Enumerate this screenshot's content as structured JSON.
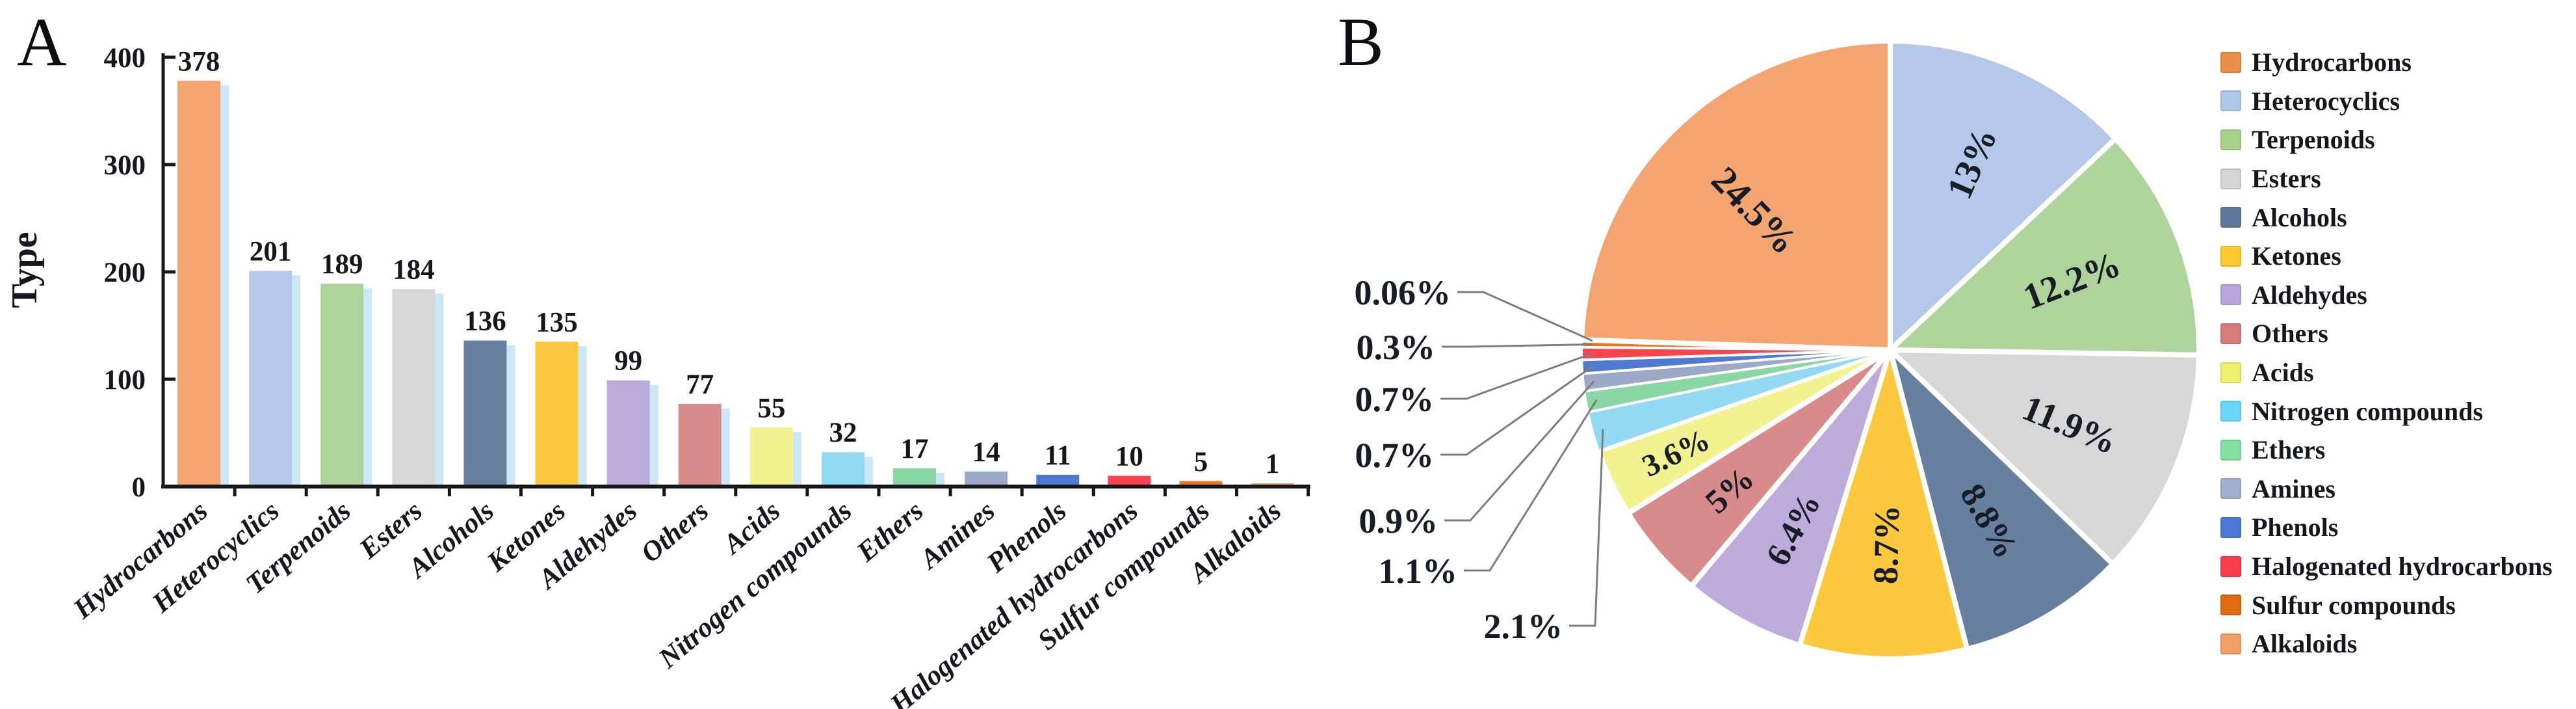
{
  "panel_labels": {
    "a": "A",
    "b": "B"
  },
  "palette": {
    "Hydrocarbons": "#F4A471",
    "Heterocyclics": "#B4C9E9",
    "Terpenoids": "#AFD49B",
    "Esters": "#D7D7D7",
    "Alcohols": "#68809F",
    "Ketones": "#FCC93E",
    "Aldehydes": "#BCABDB",
    "Others": "#D78B8A",
    "Acids": "#F2F290",
    "Nitrogen compounds": "#92DAF1",
    "Ethers": "#8BD6A5",
    "Amines": "#9CA9C9",
    "Phenols": "#5079D1",
    "Halogenated hydrocarbons": "#F6454F",
    "Sulfur compounds": "#EB7620",
    "Alkaloids": "#F3A873"
  },
  "chart_data": [
    {
      "type": "bar",
      "panel": "A",
      "title": "",
      "xlabel": "",
      "ylabel": "Type",
      "ylim": [
        0,
        400
      ],
      "yticks": [
        0,
        100,
        200,
        300,
        400
      ],
      "grid": false,
      "categories": [
        "Hydrocarbons",
        "Heterocyclics",
        "Terpenoids",
        "Esters",
        "Alcohols",
        "Ketones",
        "Aldehydes",
        "Others",
        "Acids",
        "Nitrogen compounds",
        "Ethers",
        "Amines",
        "Phenols",
        "Halogenated hydrocarbons",
        "Sulfur compounds",
        "Alkaloids"
      ],
      "values": [
        378,
        201,
        189,
        184,
        136,
        135,
        99,
        77,
        55,
        32,
        17,
        14,
        11,
        10,
        5,
        1
      ],
      "bar_value_labels": [
        "378",
        "201",
        "189",
        "184",
        "136",
        "135",
        "99",
        "77",
        "55",
        "32",
        "17",
        "14",
        "11",
        "10",
        "5",
        "1"
      ]
    },
    {
      "type": "pie",
      "panel": "B",
      "legend_position": "right",
      "start_angle_deg": 0,
      "direction": "clockwise",
      "slices": [
        {
          "label": "Heterocyclics",
          "pct": 13.02,
          "pct_label": "13%",
          "placement": "inside"
        },
        {
          "label": "Terpenoids",
          "pct": 12.24,
          "pct_label": "12.2%",
          "placement": "inside"
        },
        {
          "label": "Esters",
          "pct": 11.92,
          "pct_label": "11.9%",
          "placement": "inside"
        },
        {
          "label": "Alcohols",
          "pct": 8.81,
          "pct_label": "8.8%",
          "placement": "inside"
        },
        {
          "label": "Ketones",
          "pct": 8.74,
          "pct_label": "8.7%",
          "placement": "inside"
        },
        {
          "label": "Aldehydes",
          "pct": 6.41,
          "pct_label": "6.4%",
          "placement": "inside"
        },
        {
          "label": "Others",
          "pct": 4.99,
          "pct_label": "5%",
          "placement": "inside"
        },
        {
          "label": "Acids",
          "pct": 3.56,
          "pct_label": "3.6%",
          "placement": "inside"
        },
        {
          "label": "Nitrogen compounds",
          "pct": 2.07,
          "pct_label": "2.1%",
          "placement": "outside"
        },
        {
          "label": "Ethers",
          "pct": 1.1,
          "pct_label": "1.1%",
          "placement": "outside"
        },
        {
          "label": "Amines",
          "pct": 0.91,
          "pct_label": "0.9%",
          "placement": "outside"
        },
        {
          "label": "Phenols",
          "pct": 0.71,
          "pct_label": "0.7%",
          "placement": "outside"
        },
        {
          "label": "Halogenated hydrocarbons",
          "pct": 0.65,
          "pct_label": "0.7%",
          "placement": "outside"
        },
        {
          "label": "Sulfur compounds",
          "pct": 0.32,
          "pct_label": "0.3%",
          "placement": "outside"
        },
        {
          "label": "Alkaloids",
          "pct": 0.06,
          "pct_label": "0.06%",
          "placement": "outside"
        },
        {
          "label": "Hydrocarbons",
          "pct": 24.48,
          "pct_label": "24.5%",
          "placement": "inside"
        }
      ]
    }
  ],
  "legend": {
    "items": [
      {
        "label": "Hydrocarbons",
        "color": "#EE8D49"
      },
      {
        "label": "Heterocyclics",
        "color": "#B1C7EA"
      },
      {
        "label": "Terpenoids",
        "color": "#A7D18D"
      },
      {
        "label": "Esters",
        "color": "#D5D5D5"
      },
      {
        "label": "Alcohols",
        "color": "#5E7899"
      },
      {
        "label": "Ketones",
        "color": "#FFC82E"
      },
      {
        "label": "Aldehydes",
        "color": "#B7A5DB"
      },
      {
        "label": "Others",
        "color": "#D97D7C"
      },
      {
        "label": "Acids",
        "color": "#EFF06E"
      },
      {
        "label": "Nitrogen compounds",
        "color": "#69D6F6"
      },
      {
        "label": "Ethers",
        "color": "#86DFA0"
      },
      {
        "label": "Amines",
        "color": "#A3AFD0"
      },
      {
        "label": "Phenols",
        "color": "#4B78D9"
      },
      {
        "label": "Halogenated hydrocarbons",
        "color": "#FA3D4C"
      },
      {
        "label": "Sulfur compounds",
        "color": "#E06C12"
      },
      {
        "label": "Alkaloids",
        "color": "#F0A067"
      }
    ]
  }
}
